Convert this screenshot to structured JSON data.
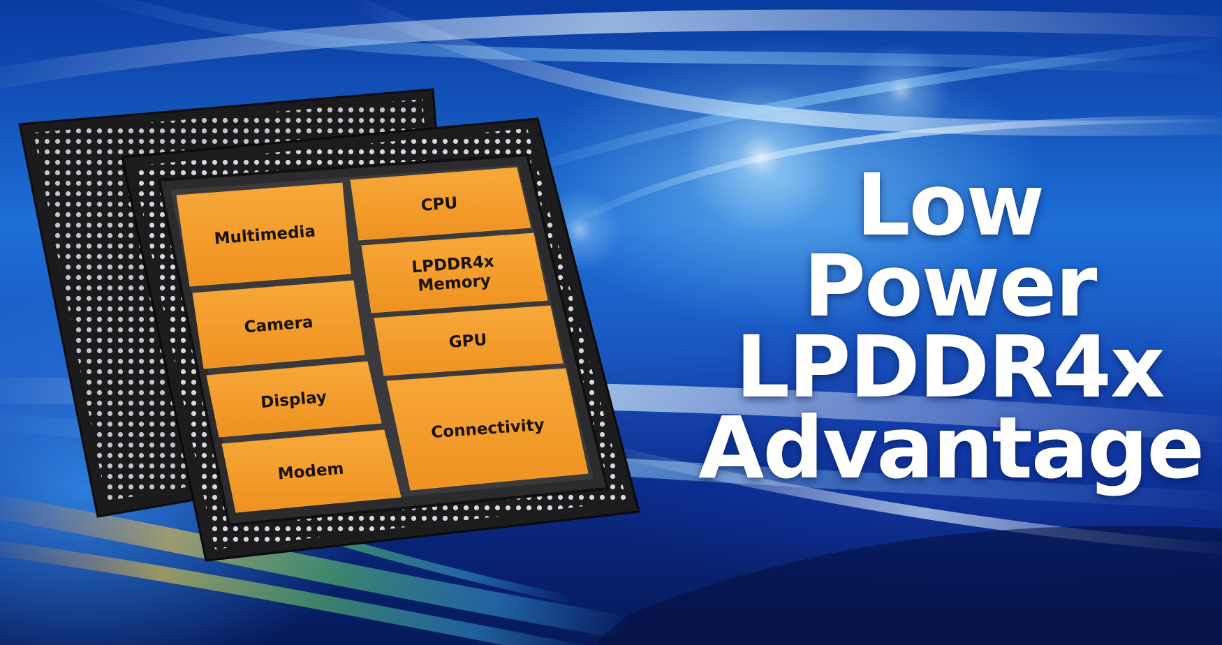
{
  "headline": {
    "line1": "Low Power",
    "line2": "LPDDR4x",
    "line3": "Advantage"
  },
  "chip": {
    "left_blocks": [
      "Multimedia",
      "Camera",
      "Display",
      "Modem"
    ],
    "right_blocks": [
      "CPU",
      "LPDDR4x\nMemory",
      "GPU",
      "Connectivity"
    ]
  },
  "colors": {
    "block_orange": "#f3a02c",
    "package_black": "#1b1b1d",
    "background_blue": "#1d6fd6"
  }
}
